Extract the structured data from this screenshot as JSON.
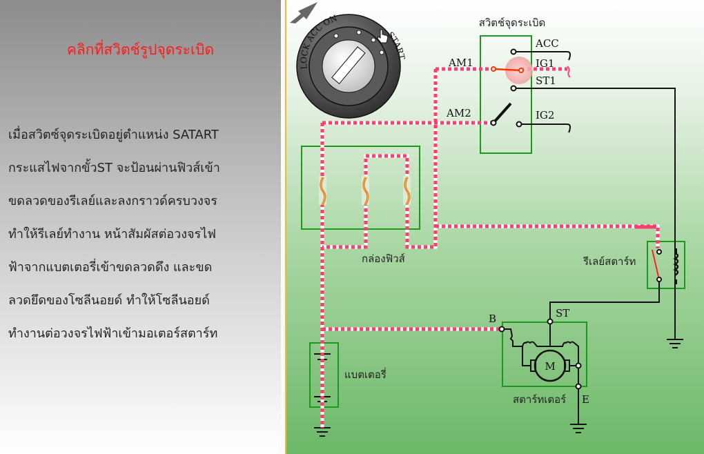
{
  "left_panel": {
    "title": "คลิกที่สวิตช์รูปจุดระเบิด",
    "description_lines": [
      "เมื่อสวิตซ์จุดระเบิดอยู่ตำแหน่ง SATART",
      "กระแสไฟจากขั้วST จะป้อนผ่านฟิวส์เข้า",
      "ขดลวดของรีเลย์และลงกราวด์ครบวงจร",
      "ทำให้รีเลย์ทำงาน หน้าสัมผัสต่อวงจรไฟ",
      "ฟ้าจากแบตเตอรี่เข้าขดลวดดึง และขด",
      "ลวดยึดของโซลีนอยด์ ทำให้โซลีนอยด์",
      "ทำงานต่อวงจรไฟฟ้าเข้ามอเตอร์สตาร์ท"
    ]
  },
  "diagram": {
    "key_positions": {
      "lock": "LOCK",
      "acc": "ACC",
      "on": "ON",
      "start": "START"
    },
    "ignition_switch_label": "สวิตช์จุดระเบิด",
    "terminals": {
      "acc": "ACC",
      "ig1": "IG1",
      "st1": "ST1",
      "ig2": "IG2",
      "am1": "AM1",
      "am2": "AM2",
      "b": "B",
      "st": "ST",
      "e": "E",
      "motor": "M"
    },
    "fuse_box_label": "กล่องฟิวส์",
    "relay_label": "รีเลย์สตาร์ท",
    "battery_label": "แบตเตอรี่",
    "starter_label": "สตาร์ทเตอร์",
    "colors": {
      "live_wire": "#ff3d6e",
      "box": "#1a9a1a",
      "title": "#ff1a1a"
    }
  }
}
